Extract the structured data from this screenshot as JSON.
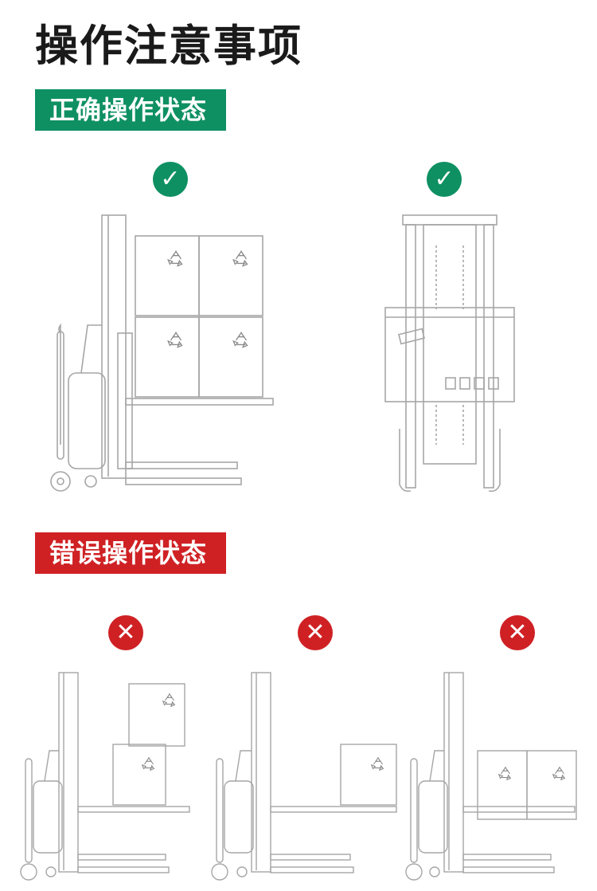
{
  "title": "操作注意事项",
  "sections": {
    "correct": {
      "label": "正确操作状态",
      "color": "#0e9063"
    },
    "incorrect": {
      "label": "错误操作状态",
      "color": "#cf2124"
    }
  },
  "icons": {
    "correct": "check-mark-icon",
    "incorrect": "cross-mark-icon"
  },
  "marks": {
    "check": "✓",
    "cross": "✕"
  },
  "line_color": "#a6a6a6"
}
